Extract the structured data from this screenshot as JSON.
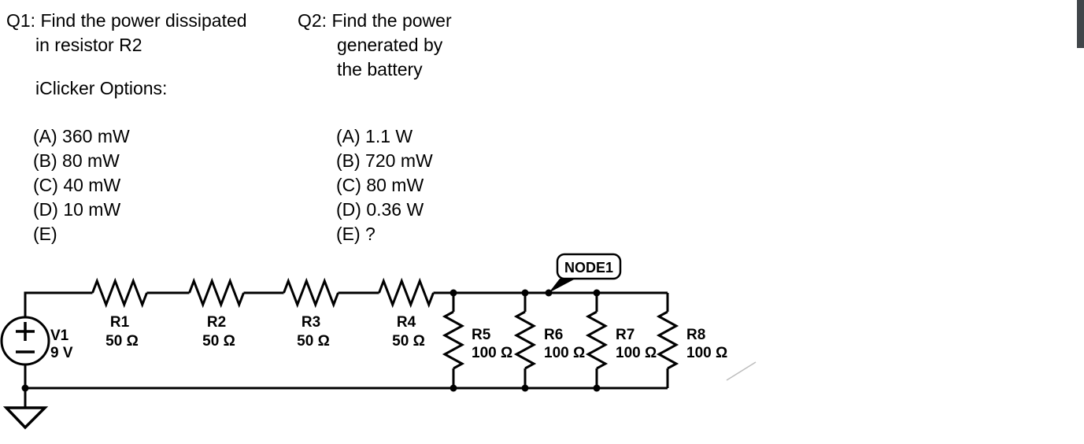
{
  "colors": {
    "ink": "#000000",
    "background": "#ffffff",
    "scrollbar_thumb": "#41464a",
    "stray_mark": "#bdbdbd"
  },
  "questions": {
    "q1": {
      "line1": "Q1: Find the power dissipated",
      "line2": "in resistor R2",
      "clicker_heading": "iClicker Options:",
      "options": [
        "(A) 360 mW",
        "(B) 80 mW",
        "(C) 40 mW",
        "(D) 10 mW",
        "(E)"
      ]
    },
    "q2": {
      "line1": "Q2: Find the power",
      "line2": "generated by",
      "line3": "the battery",
      "options": [
        "(A) 1.1 W",
        "(B) 720 mW",
        "(C) 80 mW",
        "(D) 0.36 W",
        "(E) ?"
      ]
    }
  },
  "circuit": {
    "node_label": "NODE1",
    "source": {
      "name": "V1",
      "value": "9 V"
    },
    "series_resistors": [
      {
        "name": "R1",
        "value": "50 Ω"
      },
      {
        "name": "R2",
        "value": "50 Ω"
      },
      {
        "name": "R3",
        "value": "50 Ω"
      },
      {
        "name": "R4",
        "value": "50 Ω"
      }
    ],
    "parallel_resistors": [
      {
        "name": "R5",
        "value": "100 Ω"
      },
      {
        "name": "R6",
        "value": "100 Ω"
      },
      {
        "name": "R7",
        "value": "100 Ω"
      },
      {
        "name": "R8",
        "value": "100 Ω"
      }
    ]
  }
}
